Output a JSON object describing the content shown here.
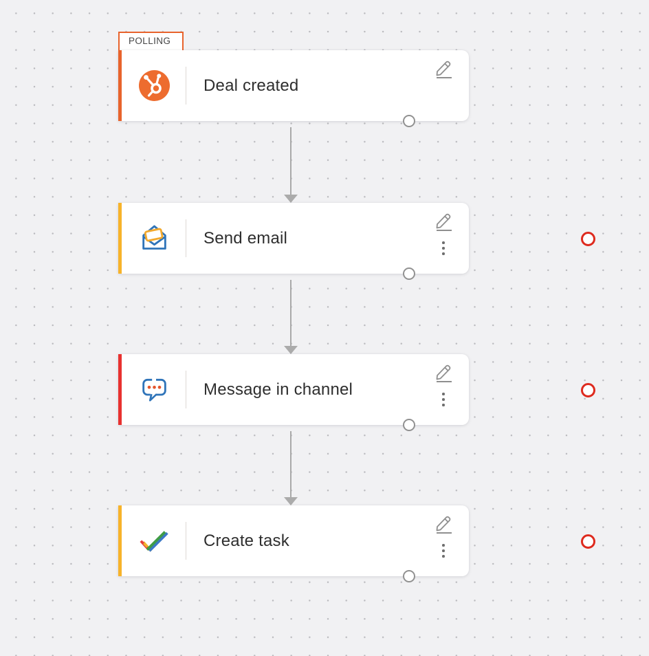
{
  "theme": {
    "canvas_bg": "#f1f1f3",
    "grid_dot_color": "#b9b9bd",
    "card_bg": "#ffffff",
    "title_color": "#2e2e2e",
    "connector_color": "#a9a9a9",
    "port_ring_color": "#919191",
    "error_port_color": "#de2a1e"
  },
  "trigger_badge": {
    "label": "POLLING",
    "border_color": "#e8632c"
  },
  "nodes": [
    {
      "title": "Deal created",
      "icon": "hubspot-icon",
      "accent_color": "#e8632c"
    },
    {
      "title": "Send email",
      "icon": "email-icon",
      "accent_color": "#f7b32a"
    },
    {
      "title": "Message in channel",
      "icon": "chat-icon",
      "accent_color": "#e8312f"
    },
    {
      "title": "Create task",
      "icon": "tasks-icon",
      "accent_color": "#f7b32a"
    }
  ]
}
